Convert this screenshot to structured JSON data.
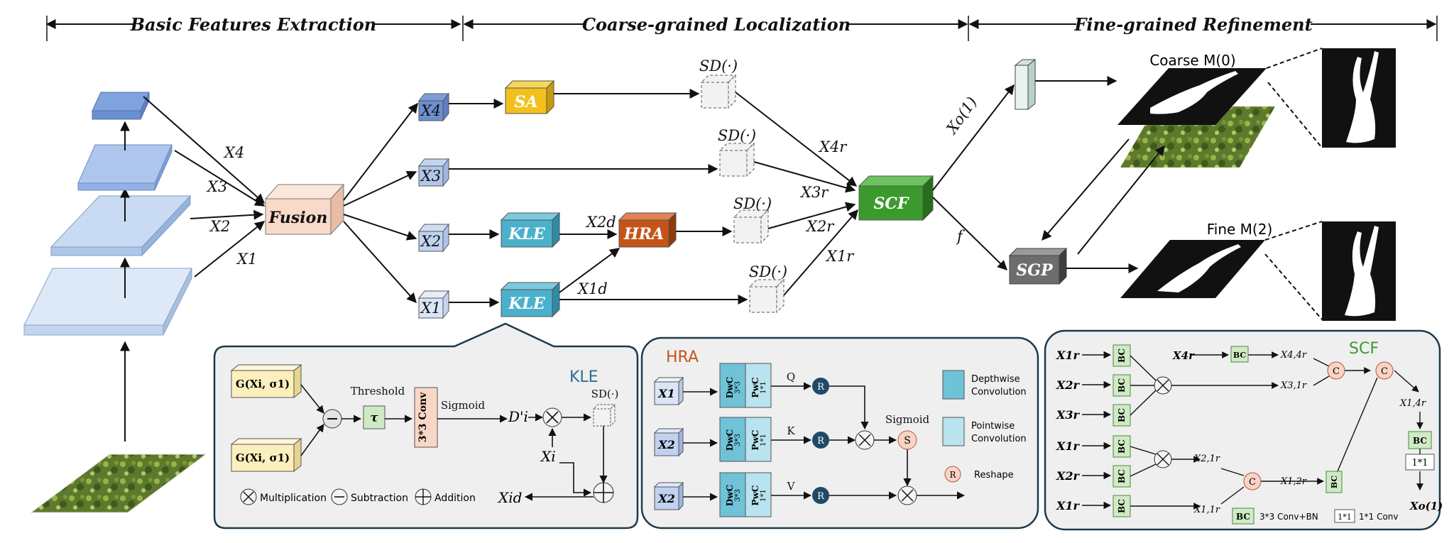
{
  "sections": {
    "basic": "Basic Features Extraction",
    "coarse": "Coarse-grained Localization",
    "fine": "Fine-grained Refinement"
  },
  "features": {
    "x4": "X4",
    "x3": "X3",
    "x2": "X2",
    "x1": "X1",
    "x2d": "X2d",
    "x1d": "X1d",
    "x4r": "X4r",
    "x3r": "X3r",
    "x2r": "X2r",
    "x1r": "X1r",
    "xo1": "Xo(1)",
    "f": "f"
  },
  "modules": {
    "fusion": "Fusion",
    "sa": "SA",
    "kle": "KLE",
    "hra": "HRA",
    "scf": "SCF",
    "sgp": "SGP",
    "sd": "SD(·)"
  },
  "outputs": {
    "coarse": "Coarse M(0)",
    "fine": "Fine M(2)"
  },
  "kle_panel": {
    "title": "KLE",
    "g1": "G(Xi, σ1)",
    "g2": "G(Xi, σ1)",
    "threshold": "Threshold",
    "tau": "τ",
    "conv": "3*3 Conv",
    "sigmoid": "Sigmoid",
    "di": "D'i",
    "xi": "Xi",
    "xid": "Xid",
    "sd": "SD(·)",
    "legend_mult": "Multiplication",
    "legend_sub": "Subtraction",
    "legend_add": "Addition"
  },
  "hra_panel": {
    "title": "HRA",
    "in1": "X1",
    "in2": "X2",
    "in3": "X2",
    "dwc": "DwC",
    "k33": "3*3",
    "pwc": "PwC",
    "k11": "1*1",
    "q": "Q",
    "k": "K",
    "v": "V",
    "r": "R",
    "s": "S",
    "sigmoid": "Sigmoid",
    "legend_dw1": "Depthwise",
    "legend_dw2": "Convolution",
    "legend_pw1": "Pointwise",
    "legend_pw2": "Convolution",
    "legend_reshape": "Reshape"
  },
  "scf_panel": {
    "title": "SCF",
    "bc": "BC",
    "c": "C",
    "x1r": "X1r",
    "x2r": "X2r",
    "x3r": "X3r",
    "x4r": "X4r",
    "x44": "X4,4r",
    "x31": "X3,1r",
    "x14": "X1,4r",
    "x21": "X2,1r",
    "x12": "X1,2r",
    "x11": "X1,1r",
    "conv11": "1*1",
    "xo": "Xo(1)",
    "legend_bc": "3*3 Conv+BN",
    "legend_11": "1*1 Conv"
  },
  "colors": {
    "sa": "#f2c01e",
    "kle": "#4bb0cc",
    "hra": "#c45518",
    "scf": "#3b9a2e",
    "sgp": "#6d6d6d",
    "fusion": "#f9d9c9"
  }
}
